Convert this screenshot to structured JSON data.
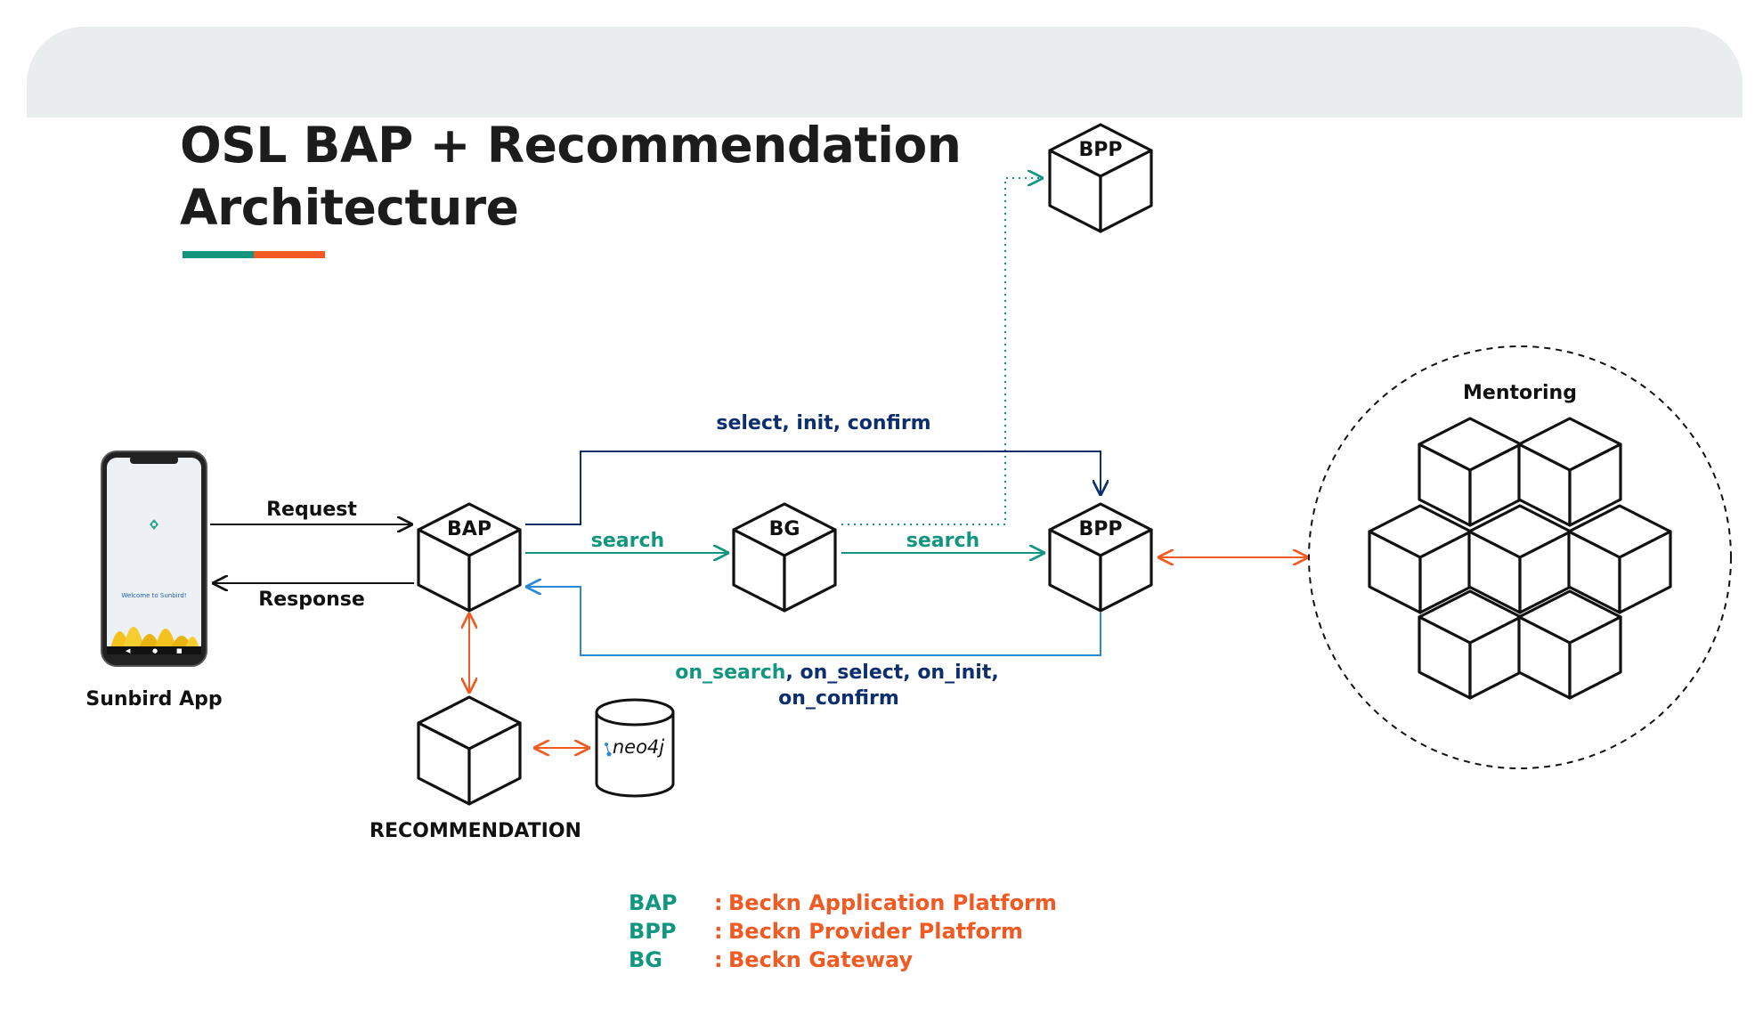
{
  "title": {
    "line1": "OSL BAP + Recommendation",
    "line2": "Architecture"
  },
  "colors": {
    "teal": "#12967f",
    "navy": "#0e2f6e",
    "blue": "#2b88d8",
    "orange": "#f15a22",
    "black": "#111111",
    "header_band": "#e9edee"
  },
  "nodes": {
    "bap": "BAP",
    "bg": "BG",
    "bpp_main": "BPP",
    "bpp_top": "BPP",
    "recommendation": "RECOMMENDATION",
    "neo4j": "neo4j",
    "app": "Sunbird App",
    "app_screen_text": "Welcome to Sunbird!",
    "mentoring": "Mentoring"
  },
  "edges": {
    "request": "Request",
    "response": "Response",
    "search_bap_bg": "search",
    "search_bg_bpp": "search",
    "select_init_confirm": "select, init, confirm",
    "callbacks_on_search": "on_search",
    "callbacks_rest_line1": ", on_select, on_init,",
    "callbacks_rest_line2": "on_confirm"
  },
  "legend": [
    {
      "abbr": "BAP",
      "colon": ":",
      "meaning": "Beckn Application Platform"
    },
    {
      "abbr": "BPP",
      "colon": ":",
      "meaning": "Beckn Provider Platform"
    },
    {
      "abbr": "BG",
      "colon": ":",
      "meaning": "Beckn Gateway"
    }
  ]
}
